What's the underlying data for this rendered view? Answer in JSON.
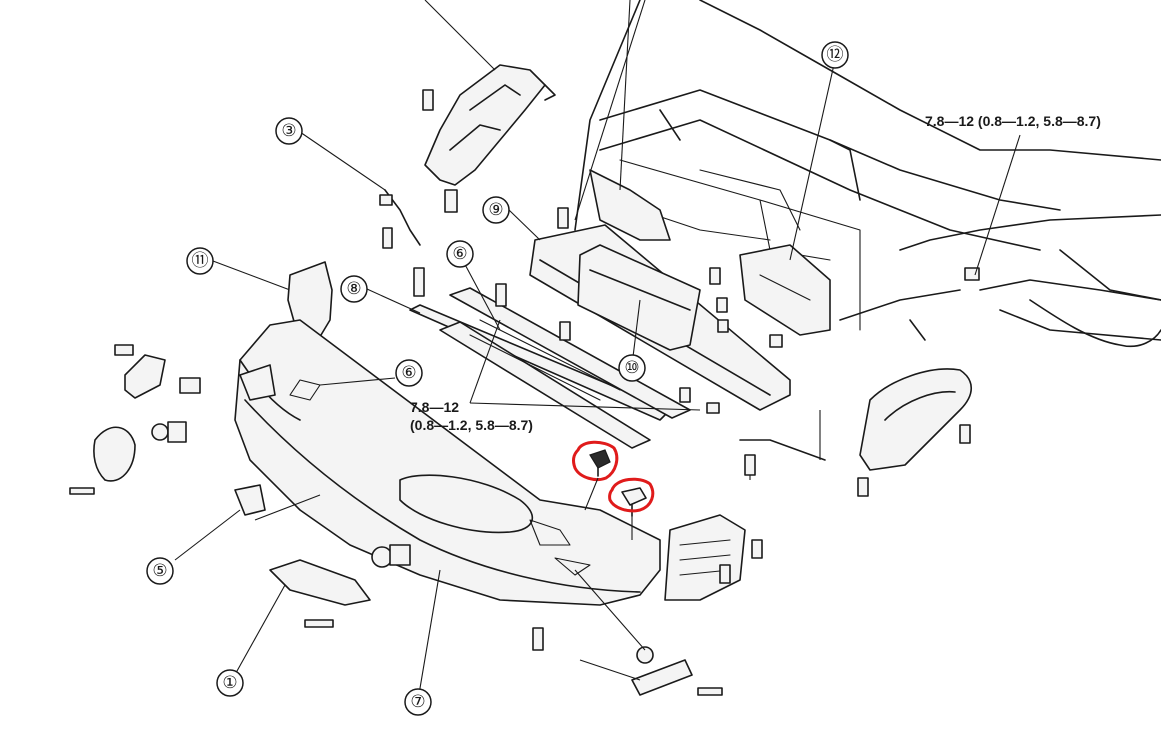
{
  "diagram": {
    "callouts": [
      {
        "id": "c1",
        "label": "①"
      },
      {
        "id": "c3",
        "label": "③"
      },
      {
        "id": "c5",
        "label": "⑤"
      },
      {
        "id": "c6a",
        "label": "⑥"
      },
      {
        "id": "c6b",
        "label": "⑥"
      },
      {
        "id": "c7",
        "label": "⑦"
      },
      {
        "id": "c8",
        "label": "⑧"
      },
      {
        "id": "c9",
        "label": "⑨"
      },
      {
        "id": "c10",
        "label": "⑩"
      },
      {
        "id": "c11",
        "label": "⑪"
      },
      {
        "id": "c12",
        "label": "⑫"
      }
    ],
    "torque_specs": {
      "right_line1": "7.8—12 (0.8—1.2, 5.8—8.7)",
      "center_line1": "7.8—12",
      "center_line2": "(0.8—1.2, 5.8—8.7)"
    },
    "highlight_color": "#e01b1b",
    "ink_color": "#1a1a1a"
  }
}
